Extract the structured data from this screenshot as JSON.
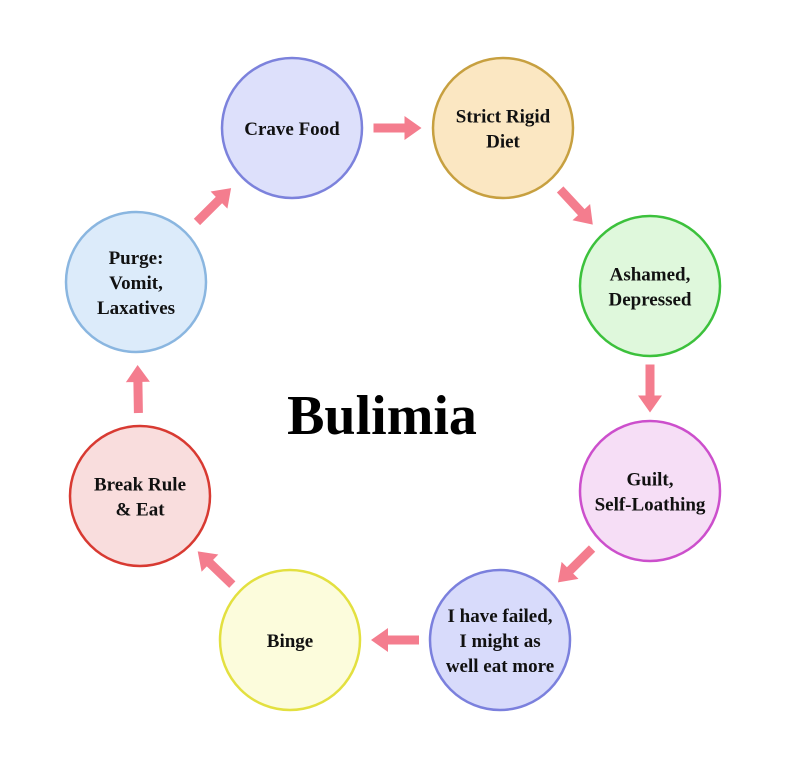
{
  "diagram": {
    "title": "Bulimia",
    "arrow_color": "#f47d8e",
    "nodes": [
      {
        "id": "crave-food",
        "lines": [
          "Crave Food"
        ],
        "fill": "#dde0fb",
        "stroke": "#7c82dc"
      },
      {
        "id": "strict-rigid-diet",
        "lines": [
          "Strict Rigid",
          "Diet"
        ],
        "fill": "#fbe7c2",
        "stroke": "#c7a040"
      },
      {
        "id": "ashamed-depressed",
        "lines": [
          "Ashamed,",
          "Depressed"
        ],
        "fill": "#dff8dc",
        "stroke": "#3cc13c"
      },
      {
        "id": "guilt-self-loathing",
        "lines": [
          "Guilt,",
          "Self-Loathing"
        ],
        "fill": "#f6def6",
        "stroke": "#cc4fcc"
      },
      {
        "id": "i-have-failed",
        "lines": [
          "I have failed,",
          "I might as",
          "well eat more"
        ],
        "fill": "#d8dbfb",
        "stroke": "#7b80dd"
      },
      {
        "id": "binge",
        "lines": [
          "Binge"
        ],
        "fill": "#fcfcdc",
        "stroke": "#e3e040"
      },
      {
        "id": "break-rule-eat",
        "lines": [
          "Break Rule",
          "& Eat"
        ],
        "fill": "#f9dddd",
        "stroke": "#d83a32"
      },
      {
        "id": "purge",
        "lines": [
          "Purge:",
          "Vomit,",
          "Laxatives"
        ],
        "fill": "#dcebfa",
        "stroke": "#8ab6e0"
      }
    ]
  }
}
